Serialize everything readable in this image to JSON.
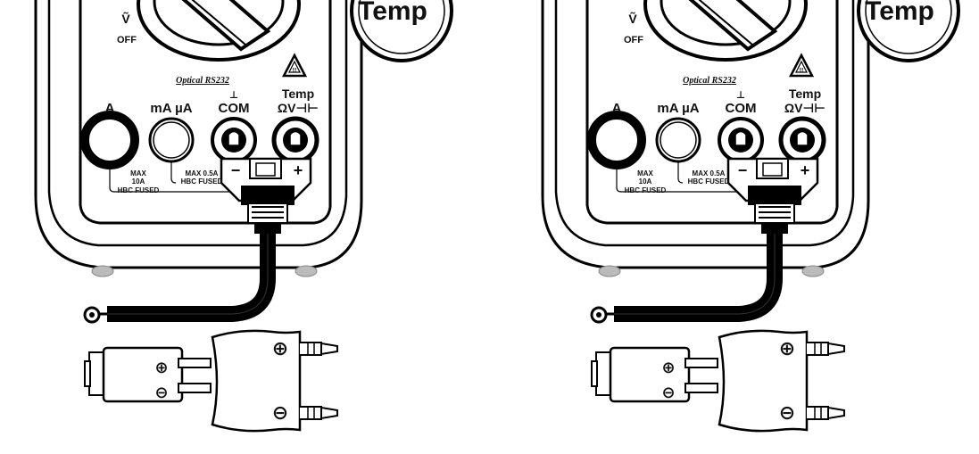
{
  "panels": [
    {
      "selector_labels": {
        "volt_ac": "Ṽ",
        "off": "OFF"
      },
      "temp_button_label": "Temp",
      "optical_label": "Optical RS232",
      "terminals": [
        {
          "label": "A"
        },
        {
          "label": "mA µA"
        },
        {
          "label": "COM"
        },
        {
          "label_top": "Temp",
          "label_bottom": "ΩV⊣⊢"
        }
      ],
      "fuse_notes": {
        "a": [
          "MAX",
          "10A",
          "HBC FUSED"
        ],
        "ma": [
          "MAX 0.5A",
          "HBC FUSED"
        ]
      },
      "polarity": {
        "neg": "−",
        "pos": "+"
      },
      "plug_symbols": {
        "plus": "⊕",
        "minus": "⊖"
      }
    },
    {
      "selector_labels": {
        "volt_ac": "Ṽ",
        "off": "OFF"
      },
      "temp_button_label": "Temp",
      "optical_label": "Optical RS232",
      "terminals": [
        {
          "label": "A"
        },
        {
          "label": "mA µA"
        },
        {
          "label": "COM"
        },
        {
          "label_top": "Temp",
          "label_bottom": "ΩV⊣⊢"
        }
      ],
      "fuse_notes": {
        "a": [
          "MAX",
          "10A",
          "HBC FUSED"
        ],
        "ma": [
          "MAX 0.5A",
          "HBC FUSED"
        ]
      },
      "polarity": {
        "neg": "−",
        "pos": "+"
      },
      "plug_symbols": {
        "plus": "⊕",
        "minus": "⊖"
      }
    }
  ]
}
